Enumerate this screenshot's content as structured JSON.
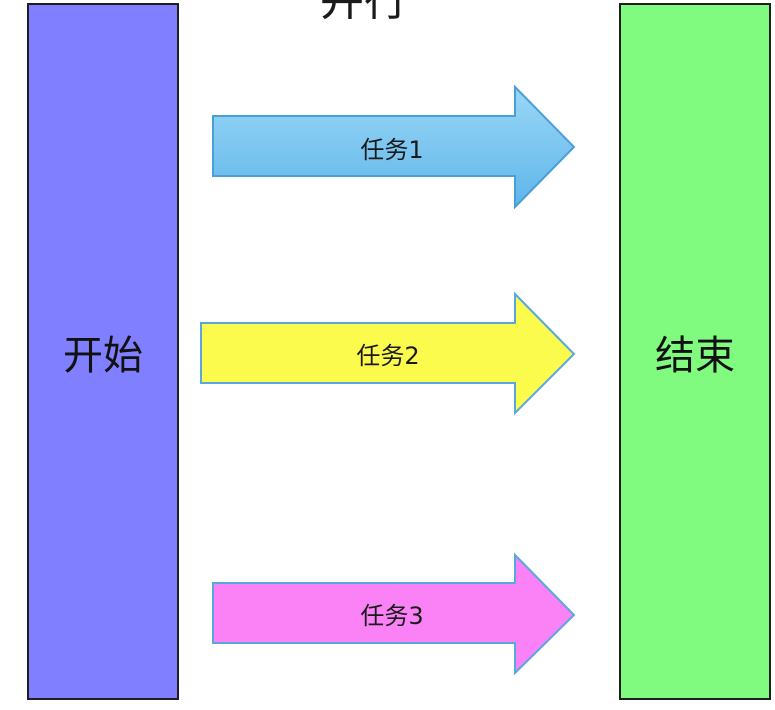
{
  "header": {
    "title_partial": "并行"
  },
  "start_block": {
    "label": "开始",
    "color": "#7f7fff"
  },
  "end_block": {
    "label": "结束",
    "color": "#80fb80"
  },
  "tasks": [
    {
      "label": "任务1",
      "fill": "#78c6f0",
      "stroke": "#4a9fd8"
    },
    {
      "label": "任务2",
      "fill": "#fbfb4d",
      "stroke": "#58a8e0"
    },
    {
      "label": "任务3",
      "fill": "#fa82f6",
      "stroke": "#58a8e0"
    }
  ]
}
